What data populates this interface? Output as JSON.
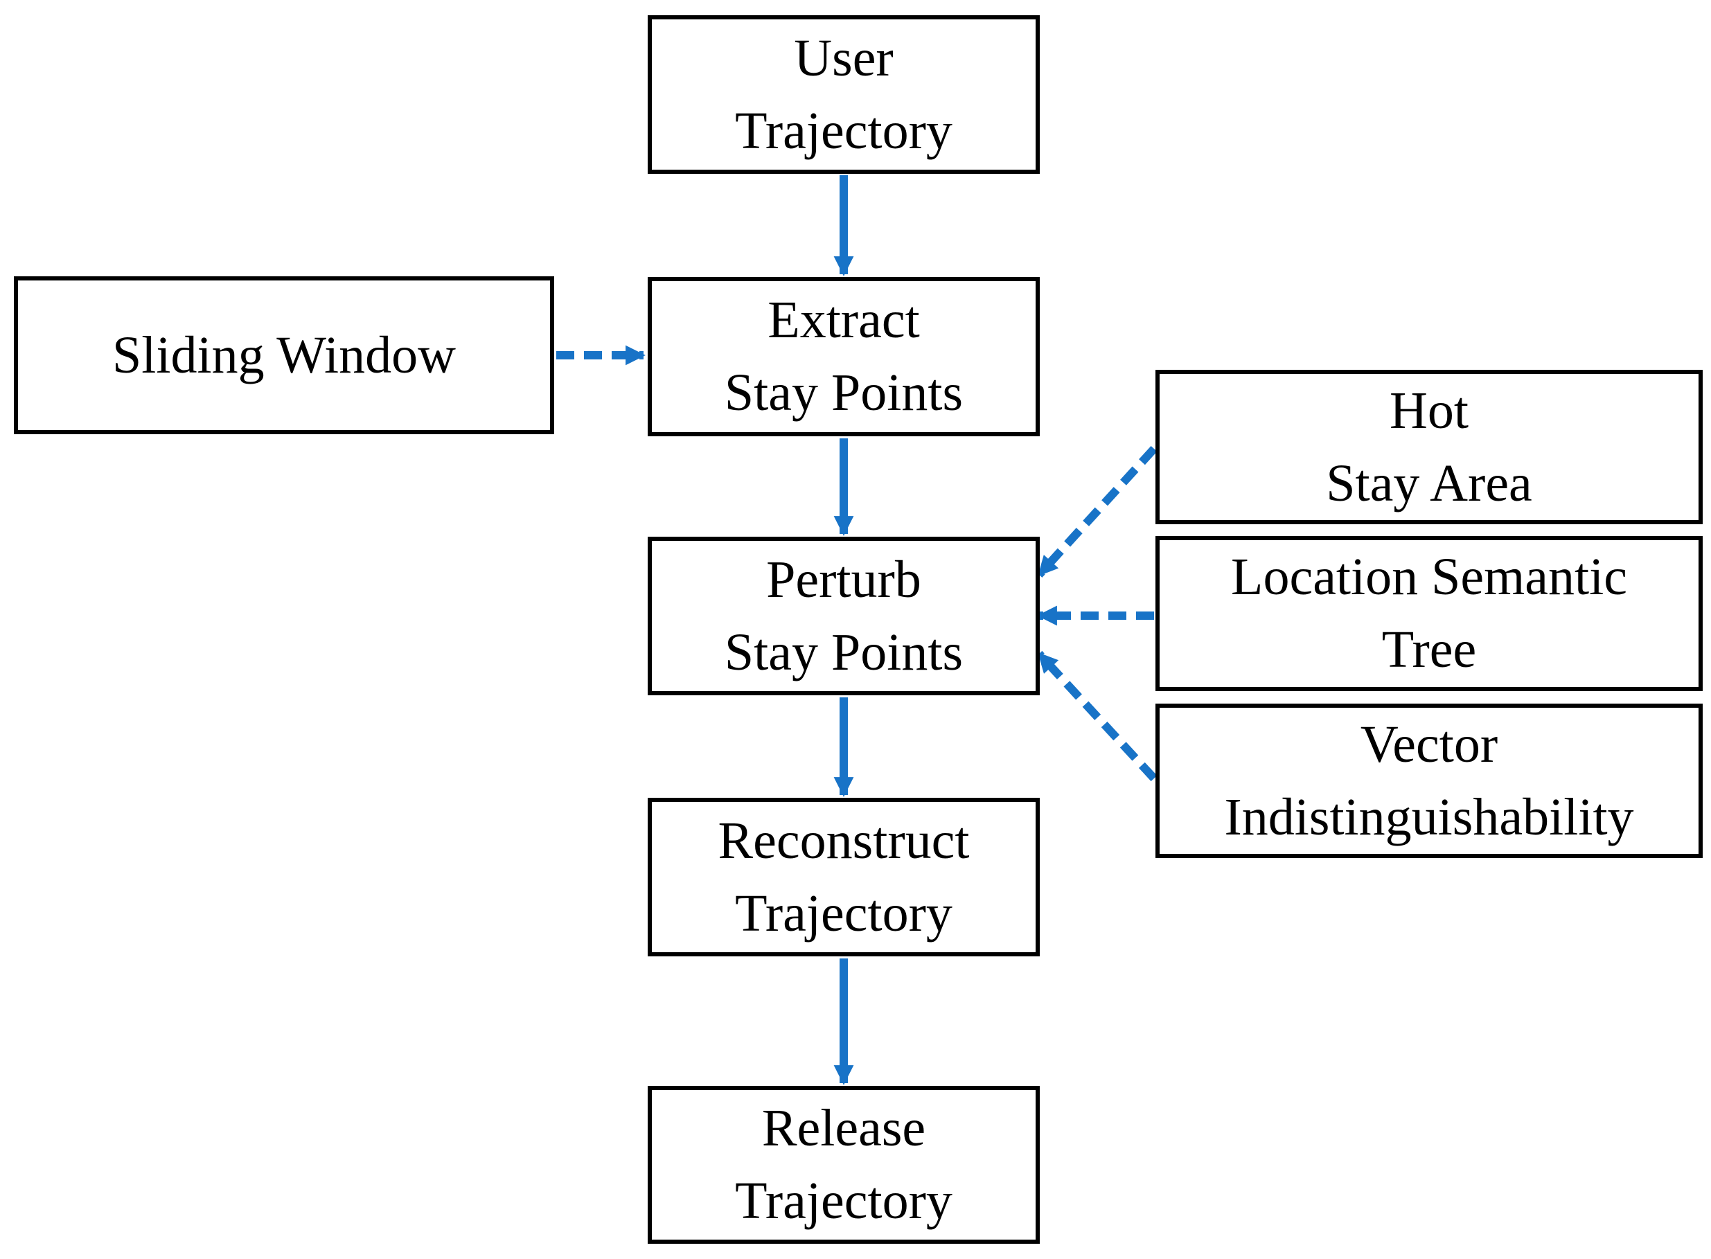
{
  "diagram": {
    "background": "#ffffff",
    "box_border_color": "#000000",
    "box_fill": "#ffffff",
    "arrow_color": "#1873C7",
    "text_color": "#000000"
  },
  "nodes": {
    "user_trajectory": {
      "label": "User\nTrajectory"
    },
    "sliding_window": {
      "label": "Sliding Window"
    },
    "extract_stay_points": {
      "label": "Extract\nStay Points"
    },
    "perturb_stay_points": {
      "label": "Perturb\nStay Points"
    },
    "reconstruct_trajectory": {
      "label": "Reconstruct\nTrajectory"
    },
    "release_trajectory": {
      "label": "Release\nTrajectory"
    },
    "hot_stay_area": {
      "label": "Hot\nStay Area"
    },
    "location_semantic_tree": {
      "label": "Location Semantic\nTree"
    },
    "vector_indistinguishability": {
      "label": "Vector\nIndistinguishability"
    }
  },
  "edges": [
    {
      "from": "user_trajectory",
      "to": "extract_stay_points",
      "style": "solid"
    },
    {
      "from": "sliding_window",
      "to": "extract_stay_points",
      "style": "dashed"
    },
    {
      "from": "extract_stay_points",
      "to": "perturb_stay_points",
      "style": "solid"
    },
    {
      "from": "hot_stay_area",
      "to": "perturb_stay_points",
      "style": "dashed"
    },
    {
      "from": "location_semantic_tree",
      "to": "perturb_stay_points",
      "style": "dashed"
    },
    {
      "from": "vector_indistinguishability",
      "to": "perturb_stay_points",
      "style": "dashed"
    },
    {
      "from": "perturb_stay_points",
      "to": "reconstruct_trajectory",
      "style": "solid"
    },
    {
      "from": "reconstruct_trajectory",
      "to": "release_trajectory",
      "style": "solid"
    }
  ]
}
